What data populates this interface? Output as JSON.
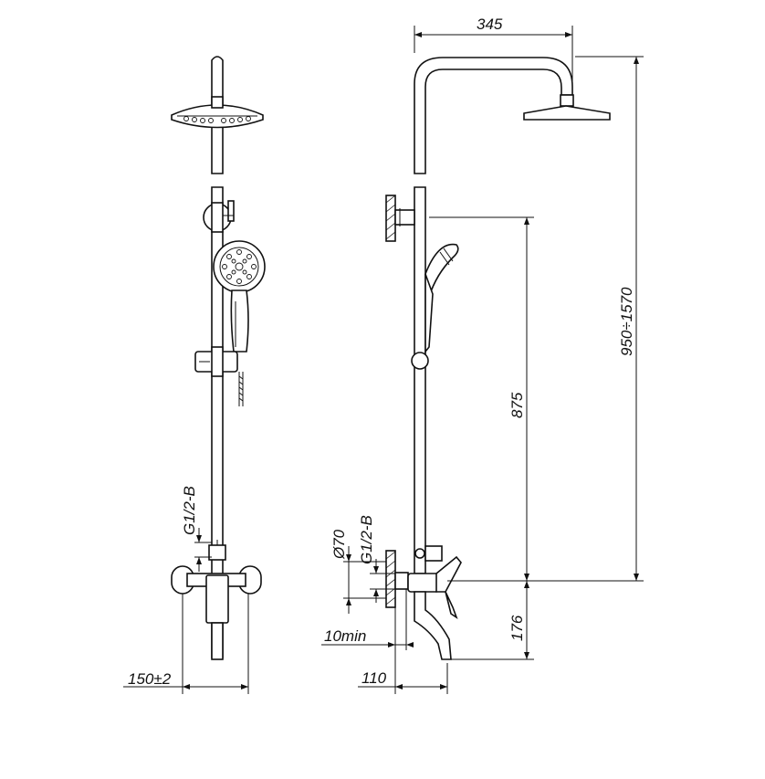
{
  "dimensions": {
    "top_width": "345",
    "total_height": "950÷1570",
    "slide_height": "875",
    "spout_height": "176",
    "wall_clearance": "10min",
    "spout_reach": "110",
    "escutcheon_diameter": "Ø70",
    "thread_left": "G1/2-B",
    "thread_right": "G1/2-B",
    "center_distance": "150±2"
  }
}
